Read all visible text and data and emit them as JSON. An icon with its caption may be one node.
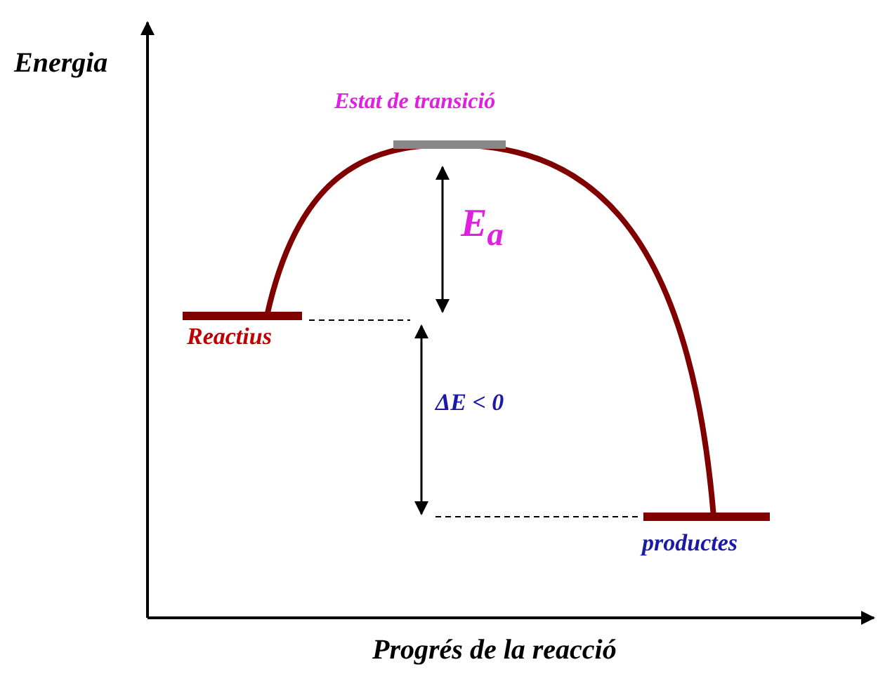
{
  "diagram": {
    "labels": [
      "Energia",
      "Estat de transició",
      "E$_{a}$",
      "Reactius",
      "ΔE < 0",
      "productes",
      "Progrés de la reacció"
    ]
  }
}
